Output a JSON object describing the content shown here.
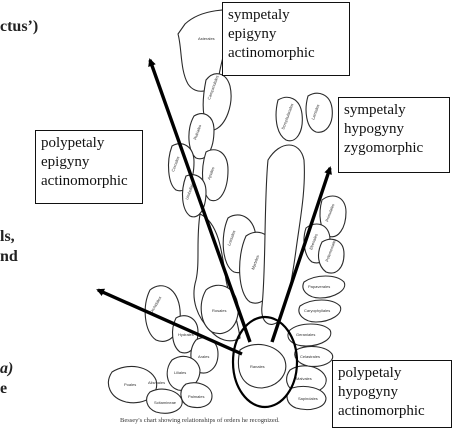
{
  "fragments": {
    "top_left": "ctus’)",
    "mid_left_1": "ls,",
    "mid_left_2": "nd",
    "bottom_left_1": "a)",
    "bottom_left_2": "e"
  },
  "boxes": {
    "top": [
      "sympetaly",
      "epigyny",
      "actinomorphic"
    ],
    "right": [
      "sympetaly",
      "hypogyny",
      "zygomorphic"
    ],
    "left": [
      "polypetaly",
      "epigyny",
      "actinomorphic"
    ],
    "bottom": [
      "polypetaly",
      "hypogyny",
      "actinomorphic"
    ]
  },
  "diagram": {
    "caption": "Bessey's chart showing relationships of orders he recognized.",
    "orders": [
      "Asterales",
      "Campanulales",
      "Rubiales",
      "Apiales",
      "Cornales",
      "Umbellales",
      "Loasales",
      "Myrtales",
      "Rosales",
      "Ranales",
      "Orchidales",
      "Hydrales",
      "Arales",
      "Alismales",
      "Palmales",
      "Liliales",
      "Scitamineae",
      "Poales",
      "Malvales",
      "Sapindales",
      "Celastrales",
      "Geraniales",
      "Caryophyllales",
      "Papaverales",
      "Primulales",
      "Ebenales",
      "Polemoniales",
      "Scrophulariales",
      "Lamiales"
    ]
  }
}
